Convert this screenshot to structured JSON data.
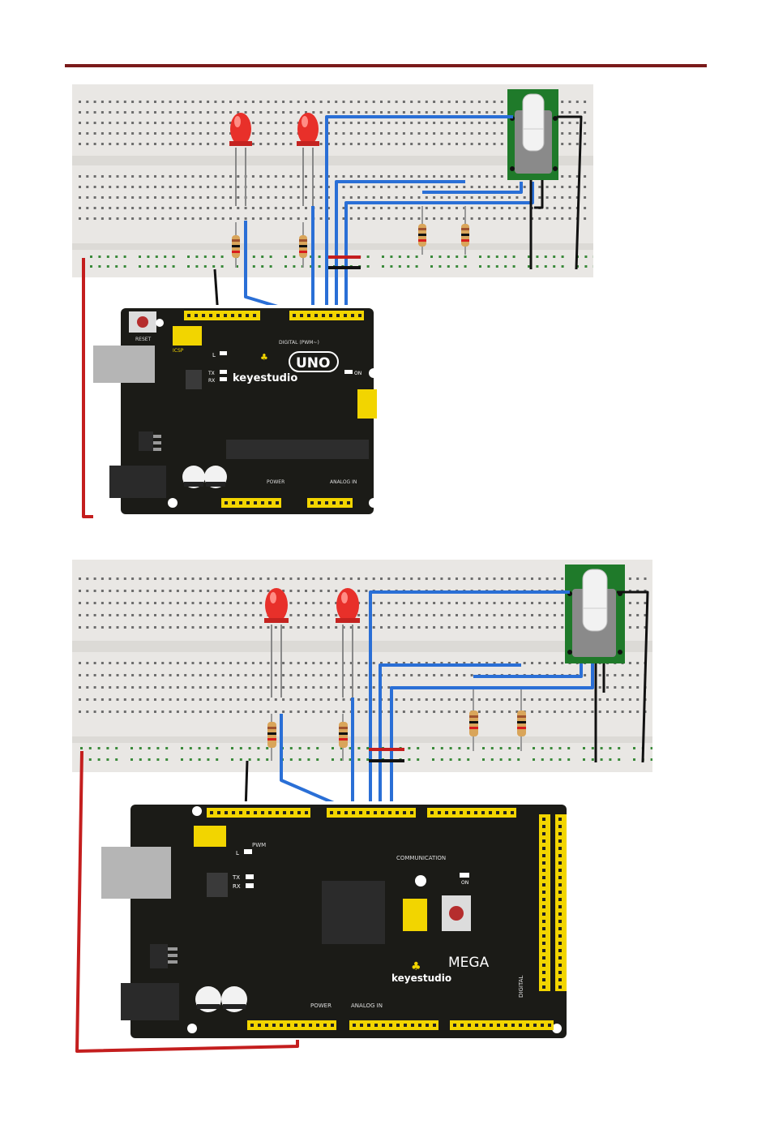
{
  "header": {
    "rule_color": "#7a1a1a"
  },
  "uno_diagram": {
    "brand": "keyestudio",
    "model": "UNO",
    "reset_label": "RESET",
    "icsp_label": "ICSP",
    "led_labels": {
      "l": "L",
      "tx": "TX",
      "rx": "RX",
      "on": "ON"
    },
    "digital_label": "DIGITAL (PWM~)",
    "power_label": "POWER",
    "analog_label": "ANALOG IN"
  },
  "mega_diagram": {
    "brand": "keyestudio",
    "model": "MEGA",
    "pwm_label": "PWM",
    "comm_label": "COMMUNICATION",
    "led_labels": {
      "l": "L",
      "tx": "TX",
      "rx": "RX",
      "on": "ON"
    },
    "power_label": "POWER",
    "analog_label": "ANALOG IN",
    "digital_label": "DIGITAL"
  },
  "colors": {
    "breadboard": "#e9e7e4",
    "hole": "#6d6d6d",
    "rail_hole": "#3a8a3a",
    "board": "#1b1b17",
    "header": "#f2d500",
    "wire_blue": "#2a6fd6",
    "wire_red": "#c41e1e",
    "wire_black": "#111111",
    "led_red": "#e8302a",
    "pot_green": "#1f7a2a"
  }
}
